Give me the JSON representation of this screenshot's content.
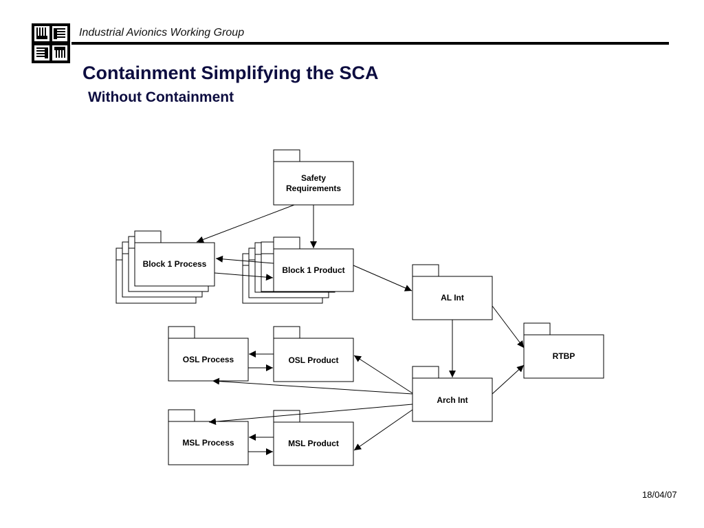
{
  "header": {
    "organization": "Industrial Avionics Working Group",
    "title": "Containment Simplifying the SCA",
    "subtitle": "Without Containment"
  },
  "logo": {
    "icon": "hands-logo-icon"
  },
  "diagram": {
    "packages": {
      "safety_requirements": [
        "Safety",
        "Requirements"
      ],
      "block1_process": "Block 1 Process",
      "block1_product": "Block 1 Product",
      "al_int": "AL Int",
      "rtbp": "RTBP",
      "osl_process": "OSL Process",
      "osl_product": "OSL Product",
      "arch_int": "Arch Int",
      "msl_process": "MSL Process",
      "msl_product": "MSL Product"
    },
    "line_color": "#000000"
  },
  "footer": {
    "date": "18/04/07"
  }
}
